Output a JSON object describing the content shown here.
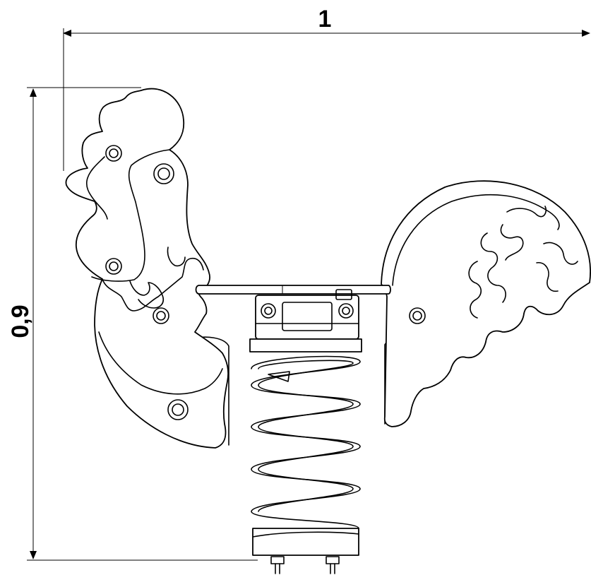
{
  "dimensions": {
    "width_label": "1",
    "height_label": "0,9"
  },
  "drawing": {
    "subject": "rooster-spring-rider",
    "line_color": "#000000",
    "background": "#ffffff"
  }
}
